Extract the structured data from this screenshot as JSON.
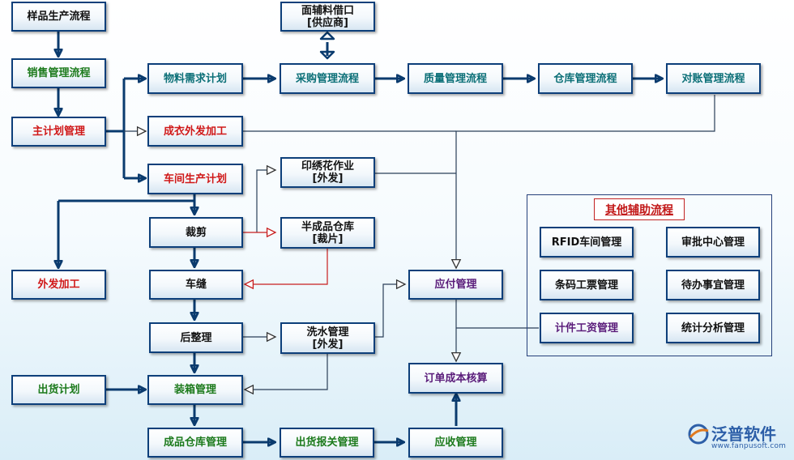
{
  "nodes": {
    "sample": {
      "label": "样品生产流程"
    },
    "sales": {
      "label": "销售管理流程"
    },
    "master_plan": {
      "label": "主计划管理"
    },
    "material_plan": {
      "label": "物料需求计划"
    },
    "accessory_borrow": {
      "line1": "面辅料借口",
      "line2": "[供应商]"
    },
    "purchase": {
      "label": "采购管理流程"
    },
    "quality": {
      "label": "质量管理流程"
    },
    "warehouse": {
      "label": "仓库管理流程"
    },
    "reconcile": {
      "label": "对账管理流程"
    },
    "garment_outsource": {
      "label": "成衣外发加工"
    },
    "workshop_plan": {
      "label": "车间生产计划"
    },
    "print_embroidery": {
      "line1": "印绣花作业",
      "line2": "[外发]"
    },
    "cutting": {
      "label": "裁剪"
    },
    "semi_warehouse": {
      "line1": "半成品仓库",
      "line2": "[裁片]"
    },
    "outsource": {
      "label": "外发加工"
    },
    "sewing": {
      "label": "车缝"
    },
    "payable": {
      "label": "应付管理"
    },
    "finishing": {
      "label": "后整理"
    },
    "washing": {
      "line1": "洗水管理",
      "line2": "[外发]"
    },
    "shipping_plan": {
      "label": "出货计划"
    },
    "packing": {
      "label": "装箱管理"
    },
    "order_cost": {
      "label": "订单成本核算"
    },
    "finished_warehouse": {
      "label": "成品仓库管理"
    },
    "customs": {
      "label": "出货报关管理"
    },
    "receivable": {
      "label": "应收管理"
    }
  },
  "aux": {
    "title": "其他辅助流程",
    "rfid": "RFID车间管理",
    "audit": "审批中心管理",
    "barcode": "条码工票管理",
    "todo": "待办事宜管理",
    "piece_wage": "计件工资管理",
    "stats": "统计分析管理"
  },
  "logo": {
    "name": "泛普软件",
    "url": "www.fanpusoft.com"
  },
  "colors": {
    "border": "#0d3f7a",
    "wire": "#0a3b6e",
    "red_wire": "#c81e1e",
    "green_text": "#1c7a1c",
    "red_text": "#d01818",
    "teal_text": "#0b6f77",
    "purple_text": "#5a1c7a"
  }
}
